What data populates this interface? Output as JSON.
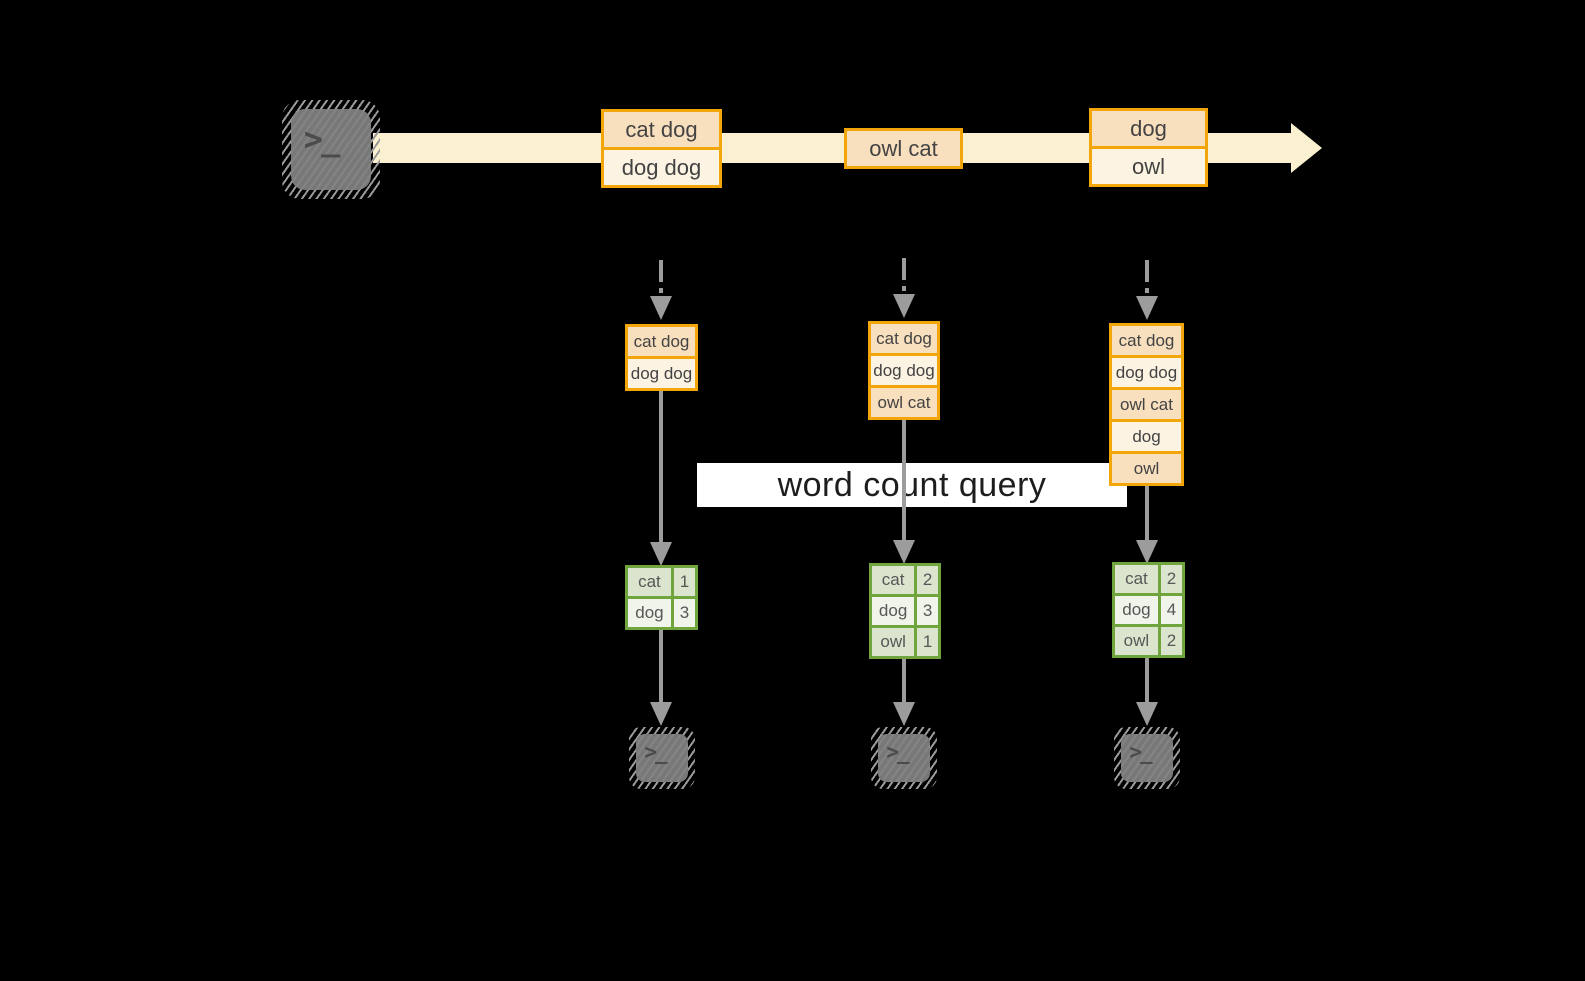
{
  "query_label": "word count query",
  "prompt_glyph": ">_",
  "stream": {
    "events": [
      {
        "lines": [
          "cat dog",
          "dog dog"
        ]
      },
      {
        "lines": [
          "owl cat"
        ]
      },
      {
        "lines": [
          "dog",
          "owl"
        ]
      }
    ]
  },
  "columns": [
    {
      "batch": [
        "cat dog",
        "dog dog"
      ],
      "counts": [
        {
          "word": "cat",
          "count": 1
        },
        {
          "word": "dog",
          "count": 3
        }
      ]
    },
    {
      "batch": [
        "cat dog",
        "dog dog",
        "owl cat"
      ],
      "counts": [
        {
          "word": "cat",
          "count": 2
        },
        {
          "word": "dog",
          "count": 3
        },
        {
          "word": "owl",
          "count": 1
        }
      ]
    },
    {
      "batch": [
        "cat dog",
        "dog dog",
        "owl cat",
        "dog",
        "owl"
      ],
      "counts": [
        {
          "word": "cat",
          "count": 2
        },
        {
          "word": "dog",
          "count": 4
        },
        {
          "word": "owl",
          "count": 2
        }
      ]
    }
  ],
  "colors": {
    "background": "#000000",
    "stream_band": "#FBF1D0",
    "amber_border": "#F2A60A",
    "fill_peach": "#F8DFBE",
    "fill_cream": "#FDF3E3",
    "green_border": "#6FA53C",
    "green_fill_dark": "#DBE5CD",
    "green_fill_light": "#F0F4EB",
    "arrow_gray": "#9C9C9C",
    "terminal_gray": "#7D7D7D",
    "label_background": "#FFFFFF"
  }
}
